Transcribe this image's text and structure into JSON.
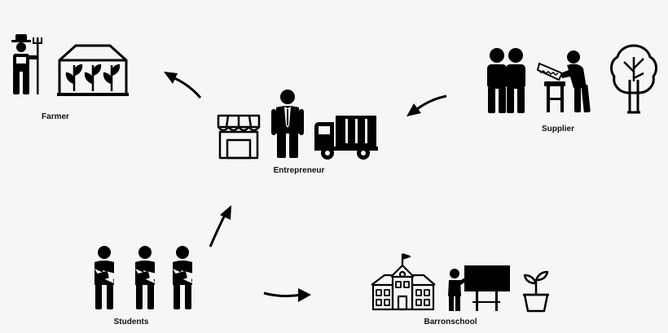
{
  "colors": {
    "background": "#f6f6f6",
    "ink": "#000000"
  },
  "groups": {
    "farmer": {
      "label": "Farmer",
      "icons": [
        "farmer-icon",
        "greenhouse-icon"
      ]
    },
    "supplier": {
      "label": "Supplier",
      "icons": [
        "people-pair-icon",
        "carpenter-icon",
        "tree-icon"
      ]
    },
    "entrepreneur": {
      "label": "Entrepreneur",
      "icons": [
        "shop-icon",
        "businessman-icon",
        "truck-icon"
      ]
    },
    "students": {
      "label": "Students",
      "icons": [
        "student-icon",
        "student-icon",
        "student-icon"
      ]
    },
    "barronschool": {
      "label": "Barronschool",
      "icons": [
        "school-building-icon",
        "teacher-board-icon",
        "plant-pot-icon"
      ]
    }
  },
  "flows": [
    {
      "from": "students",
      "to": "entrepreneur"
    },
    {
      "from": "entrepreneur",
      "to": "farmer"
    },
    {
      "from": "supplier",
      "to": "entrepreneur"
    },
    {
      "from": "students",
      "to": "barronschool"
    }
  ]
}
